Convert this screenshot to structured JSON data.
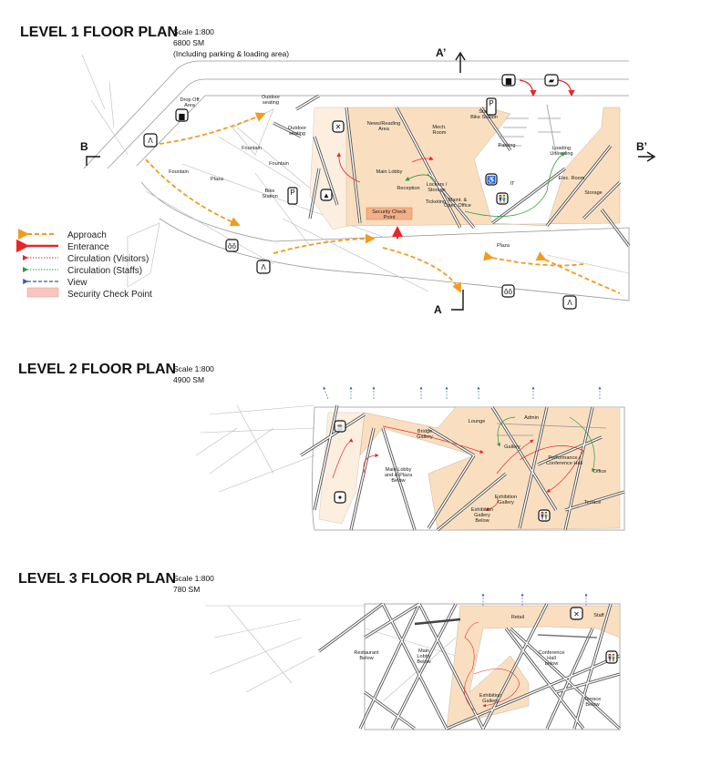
{
  "level1": {
    "title": "LEVEL 1 FLOOR PLAN",
    "scale": "Scale 1:800",
    "area": "6800 SM",
    "note": "(Including parking & loading area)",
    "section_markers": {
      "a_top": "A’",
      "a_bottom": "A",
      "b_left": "B",
      "b_right": "B’"
    },
    "labels": {
      "drop_off": [
        "Drop Off",
        "Area"
      ],
      "outdoor_seating_1": [
        "Outdoor",
        "seating"
      ],
      "outdoor_seating_2": [
        "Outdoor",
        "seating"
      ],
      "fountain_1": "Fountain",
      "fountain_2": "Fountain",
      "fountain_3": "Fountain",
      "plaza_1": "Plaza",
      "bike_station": [
        "Bike",
        "Station"
      ],
      "news_reading": [
        "News/Reading",
        "Area"
      ],
      "mech_room": [
        "Mech.",
        "Room"
      ],
      "staff_bike": [
        "Staff",
        "Bike Station"
      ],
      "parking": "Parking",
      "loading": [
        "Loading",
        "Unloading"
      ],
      "main_lobby": "Main Lobby",
      "reception": "Reception",
      "lockers": [
        "Lockers /",
        "Storage"
      ],
      "ticketing": "Ticketing",
      "maint": [
        "Maint. &",
        "Oper. Office"
      ],
      "it": "IT",
      "elec_room": "Elec. Room",
      "storage": "Storage",
      "security": [
        "Security Check",
        "Point"
      ],
      "plaza_2": "Plaza"
    }
  },
  "legend": {
    "items": [
      {
        "label": "Approach",
        "color": "#f39a1e"
      },
      {
        "label": "Enterance",
        "color": "#e8262a"
      },
      {
        "label": "Circulation (Visitors)",
        "color": "#e8262a"
      },
      {
        "label": "Circulation (Staffs)",
        "color": "#2e9a3e"
      },
      {
        "label": "View",
        "color": "#3a56a8"
      },
      {
        "label": "Security Check Point",
        "color": "#f6c5c0"
      }
    ]
  },
  "level2": {
    "title": "LEVEL 2 FLOOR PLAN",
    "scale": "Scale 1:800",
    "area": "4900 SM",
    "labels": {
      "bridge_gallery": [
        "Bridge",
        "Gallery"
      ],
      "lounge": "Lounge",
      "admin": "Admin",
      "gallery": "Gallery",
      "performance": [
        "Performance /",
        "Conference Hall"
      ],
      "office": "Office",
      "main_lobby_below": [
        "Main Lobby",
        "and & Plaza",
        "Below"
      ],
      "exhibition_gallery": [
        "Exhibition",
        "Gallery"
      ],
      "exhibition_below": [
        "Exhibition",
        "Gallery",
        "Below"
      ],
      "terrace": "Terrace"
    }
  },
  "level3": {
    "title": "LEVEL 3 FLOOR PLAN",
    "scale": "Scale 1:800",
    "area": "780 SM",
    "labels": {
      "retail": "Retail",
      "staff": "Staff",
      "restaurant_below": [
        "Restaurant",
        "Below"
      ],
      "main_lobby_below": [
        "Main",
        "Lobby",
        "Below"
      ],
      "conference_below": [
        "Conference",
        "Hall",
        "below"
      ],
      "exhibition_gallery": [
        "Exhibition",
        "Gallery"
      ],
      "terrace_below": [
        "Terrace",
        "Below"
      ]
    }
  },
  "colors": {
    "room": "#f9dfc0",
    "approach": "#f39a1e",
    "entrance": "#e8262a",
    "staff": "#2e9a3e",
    "view": "#3a56a8"
  },
  "icons": [
    "taxi-icon",
    "pedestrian-icon",
    "bicycle-icon",
    "parking-icon",
    "restaurant-icon",
    "cafe-icon",
    "accessible-icon",
    "restroom-icon",
    "car-icon",
    "truck-icon"
  ]
}
